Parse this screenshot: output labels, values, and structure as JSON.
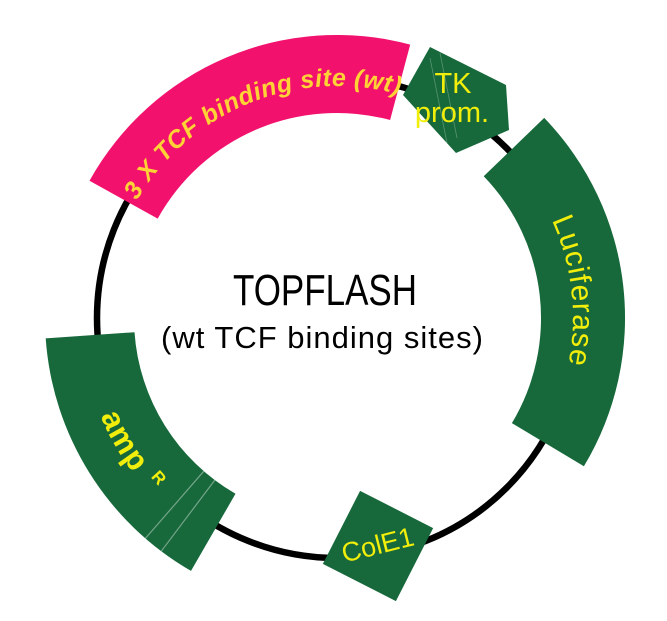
{
  "diagram": {
    "title": "TOPFLASH",
    "subtitle": "(wt TCF binding sites)",
    "segments": {
      "tcf_binding_site": {
        "label": "3 X TCF binding site (wt)"
      },
      "tk_promoter": {
        "line1": "TK",
        "line2": "prom."
      },
      "luciferase": {
        "label": "Luciferase"
      },
      "amp_resistance": {
        "label": "amp",
        "sup": "R"
      },
      "cole1_origin": {
        "label": "ColE1"
      }
    },
    "colors": {
      "backbone_black": "#000000",
      "segment_green": "#17693B",
      "tcf_pink": "#F2126E",
      "label_yellow_on_green": "#F2EE0B",
      "label_gold_on_pink": "#FFD335",
      "center_text": "#000000",
      "background": "#FFFFFF"
    }
  }
}
